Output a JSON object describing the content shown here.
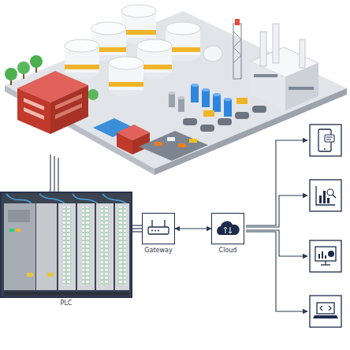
{
  "diagram": {
    "nodes": [
      {
        "text": [
          "PLC"
        ]
      },
      {
        "text": [
          "Gateway"
        ]
      },
      {
        "text": [
          "Cloud"
        ]
      }
    ],
    "edges": [
      {
        "from": 0,
        "to": 1,
        "arrow": "none"
      },
      {
        "from": 1,
        "to": 2,
        "arrow": "both"
      }
    ]
  }
}
